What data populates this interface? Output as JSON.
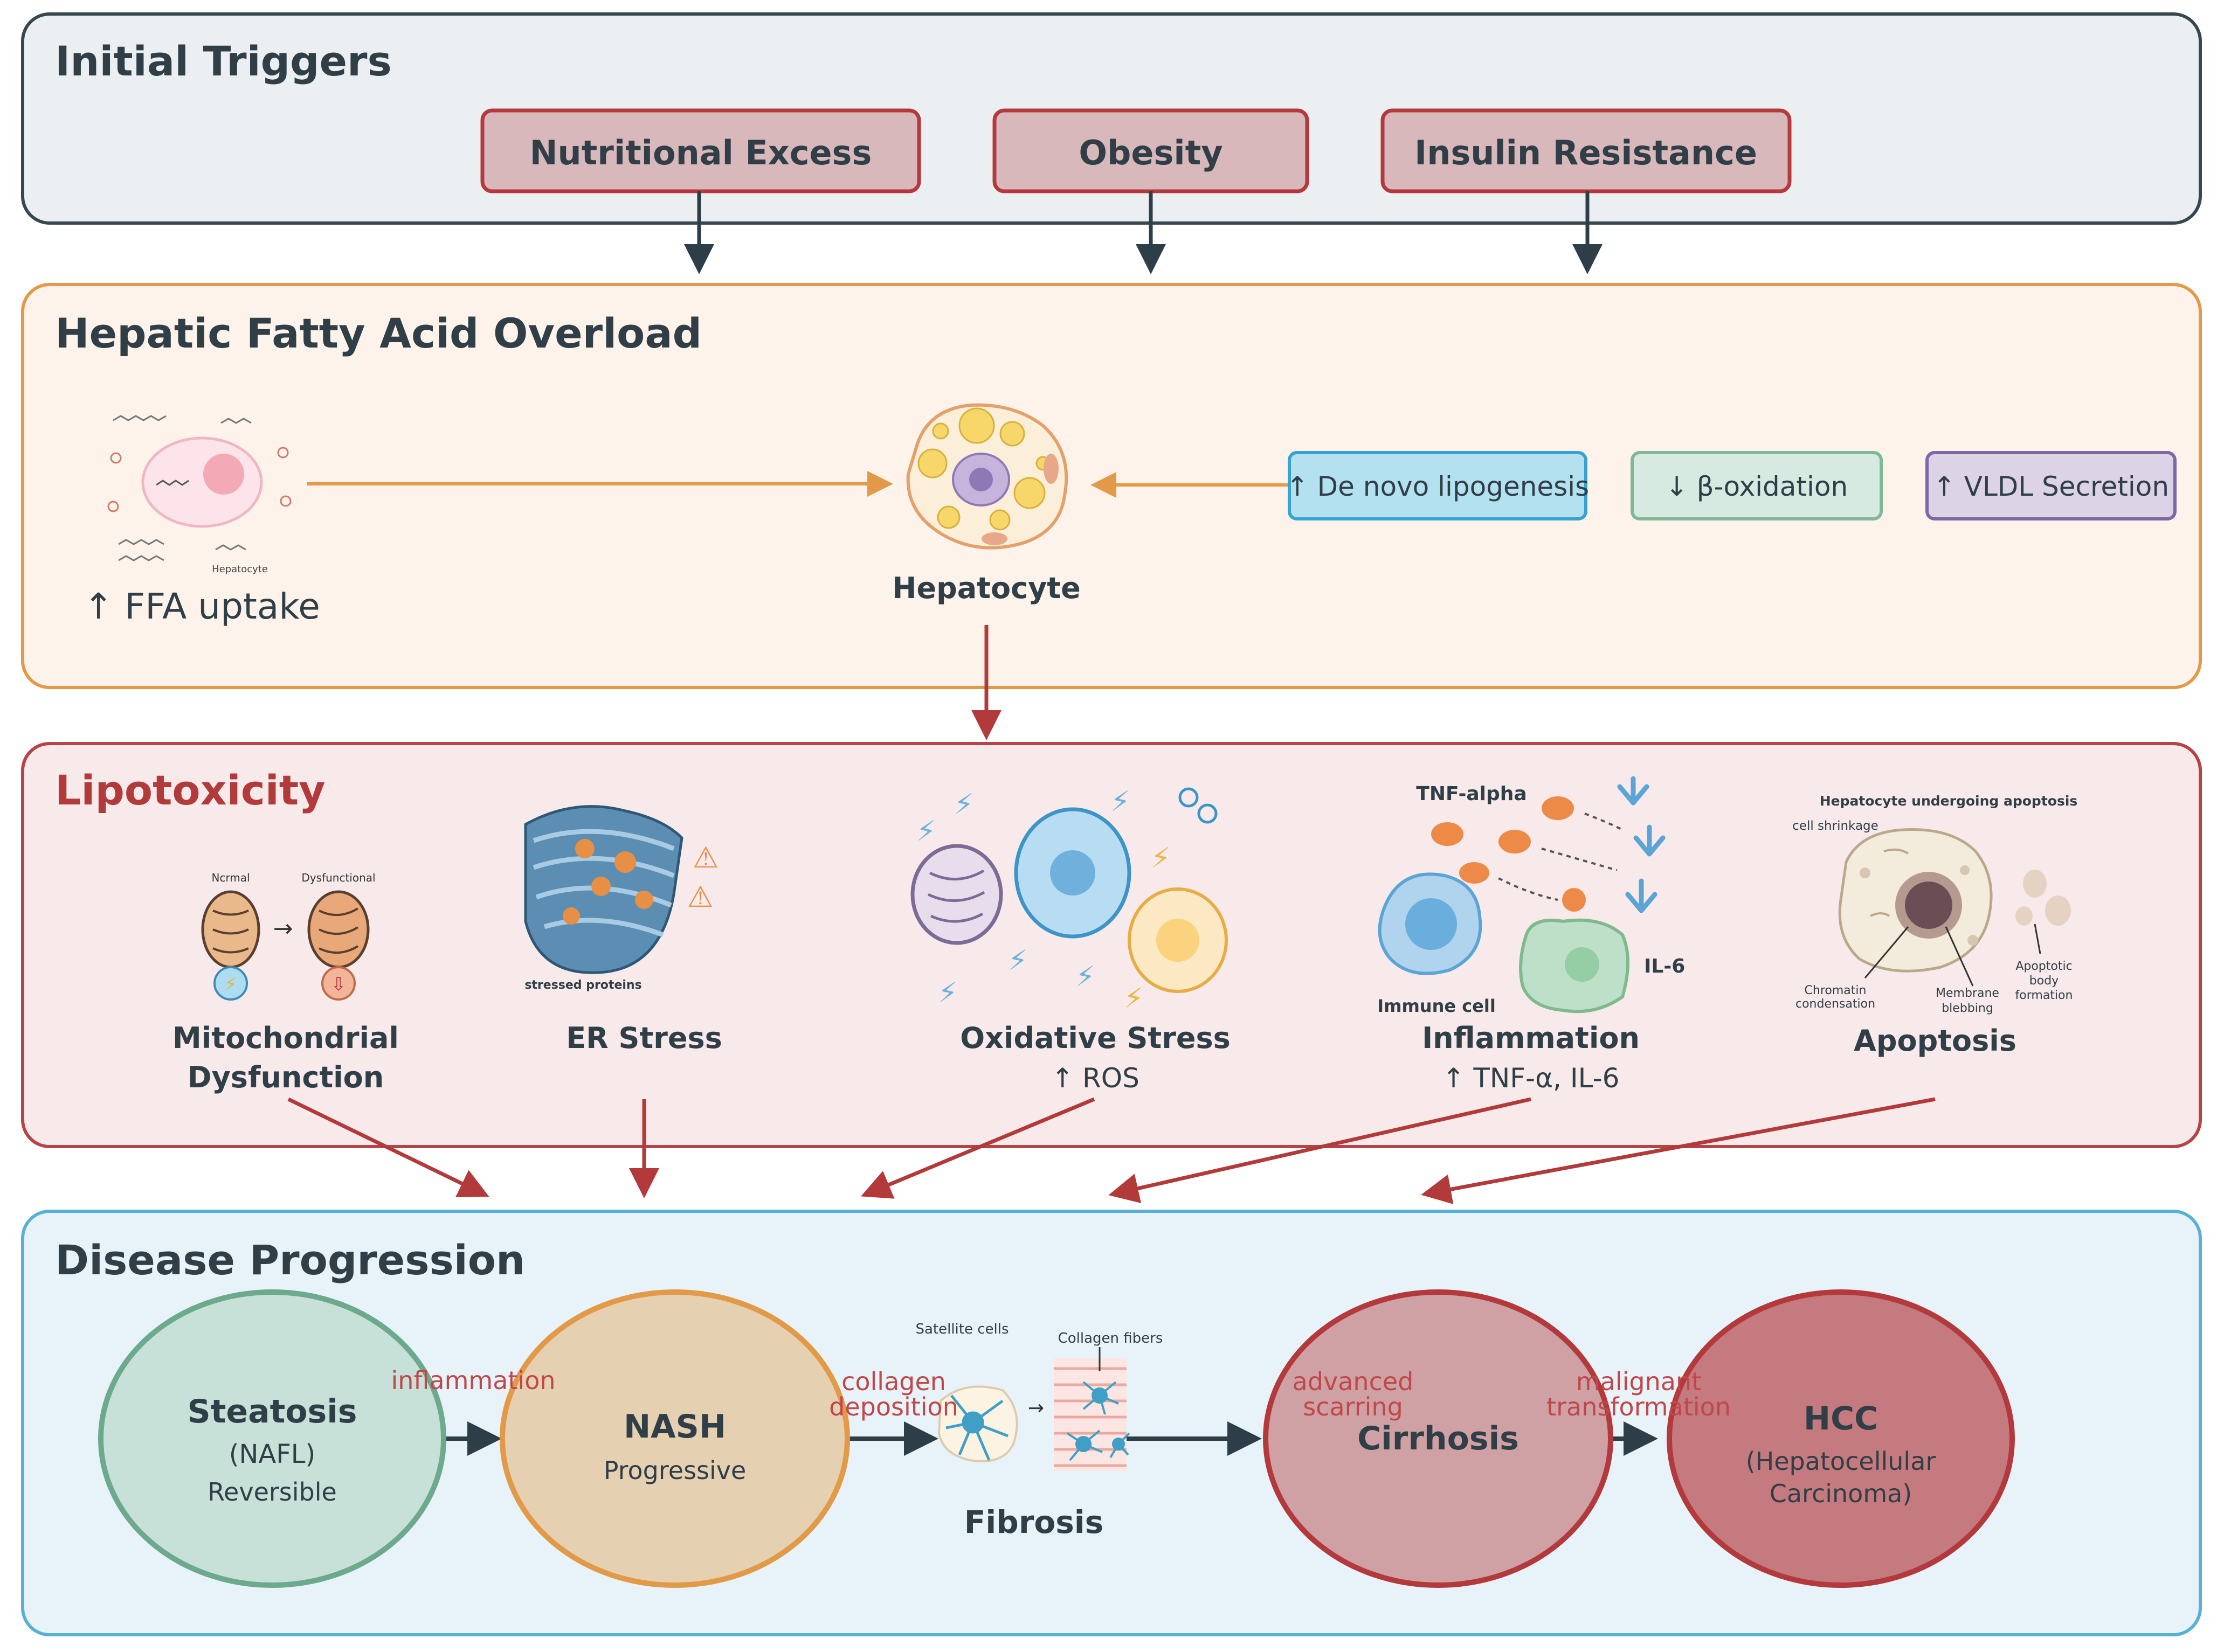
{
  "colors": {
    "triggers_bg": "#ECEFF1",
    "triggers_border": "#37474F",
    "trigger_box_fill": "#D9B8BB",
    "trigger_box_border": "#B3393C",
    "overload_bg": "#FEF3EA",
    "overload_border": "#E39A48",
    "lipo_bg": "#F8E9EA",
    "lipo_border": "#B54446",
    "disease_bg": "#E7F3F9",
    "disease_border": "#5AAFD4",
    "dark_arrow": "#2E3E48",
    "red_arrow": "#B23A3A",
    "orange_arrow": "#E39A48",
    "title_dark": "#2F3E47",
    "title_red": "#B23A3A",
    "annotation_red": "#C0474A"
  },
  "triggers": {
    "title": "Initial Triggers",
    "items": [
      "Nutritional Excess",
      "Obesity",
      "Insulin Resistance"
    ]
  },
  "overload": {
    "title": "Hepatic Fatty Acid Overload",
    "ffa_label": "↑ FFA uptake",
    "ffa_icon_label": "Hepatocyte",
    "hepatocyte_label": "Hepatocyte",
    "pathways": [
      "↑ De novo lipogenesis",
      "↓ β-oxidation",
      "↑ VLDL Secretion"
    ]
  },
  "lipotoxicity": {
    "title": "Lipotoxicity",
    "mito": {
      "label_1": "Mitochondrial",
      "label_2": "Dysfunction",
      "normal": "Ncrmal",
      "dysfunctional": "Dysfunctional"
    },
    "er": {
      "label": "ER Stress",
      "caption": "stressed proteins"
    },
    "ox": {
      "label": "Oxidative Stress",
      "sub": "↑ ROS"
    },
    "inflam": {
      "label": "Inflammation",
      "sub": "↑ TNF-α, IL-6",
      "tnf": "TNF-alpha",
      "il6": "IL-6",
      "immune": "Immune cell"
    },
    "apop": {
      "label": "Apoptosis",
      "heading": "Hepatocyte undergoing apoptosis",
      "shrink": "cell shrinkage",
      "chromatin_1": "Chromatin",
      "chromatin_2": "condensation",
      "membrane_1": "Membrane",
      "membrane_2": "blebbing",
      "body_1": "Apoptotic",
      "body_2": "body",
      "body_3": "formation"
    }
  },
  "disease": {
    "title": "Disease Progression",
    "steatosis": {
      "name": "Steatosis",
      "sub1": "(NAFL)",
      "sub2": "Reversible",
      "fill": "#C7E0D8",
      "stroke": "#6DA98C"
    },
    "nash": {
      "name": "NASH",
      "sub1": "Progressive",
      "fill": "#E6D0B2",
      "stroke": "#E29A48"
    },
    "fibrosis": {
      "name": "Fibrosis",
      "satellite": "Satellite cells",
      "collagen": "Collagen fibers"
    },
    "cirrhosis": {
      "name": "Cirrhosis",
      "fill": "#CFA0A4",
      "stroke": "#B3393C"
    },
    "hcc": {
      "name": "HCC",
      "sub1": "(Hepatocellular",
      "sub2": "Carcinoma)",
      "fill": "#C47A7E",
      "stroke": "#B3393C"
    },
    "arrows": {
      "inflammation": "inflammation",
      "collagen_1": "collagen",
      "collagen_2": "deposition",
      "advanced_1": "advanced",
      "advanced_2": "scarring",
      "malignant_1": "malignant",
      "malignant_2": "transformation"
    }
  }
}
